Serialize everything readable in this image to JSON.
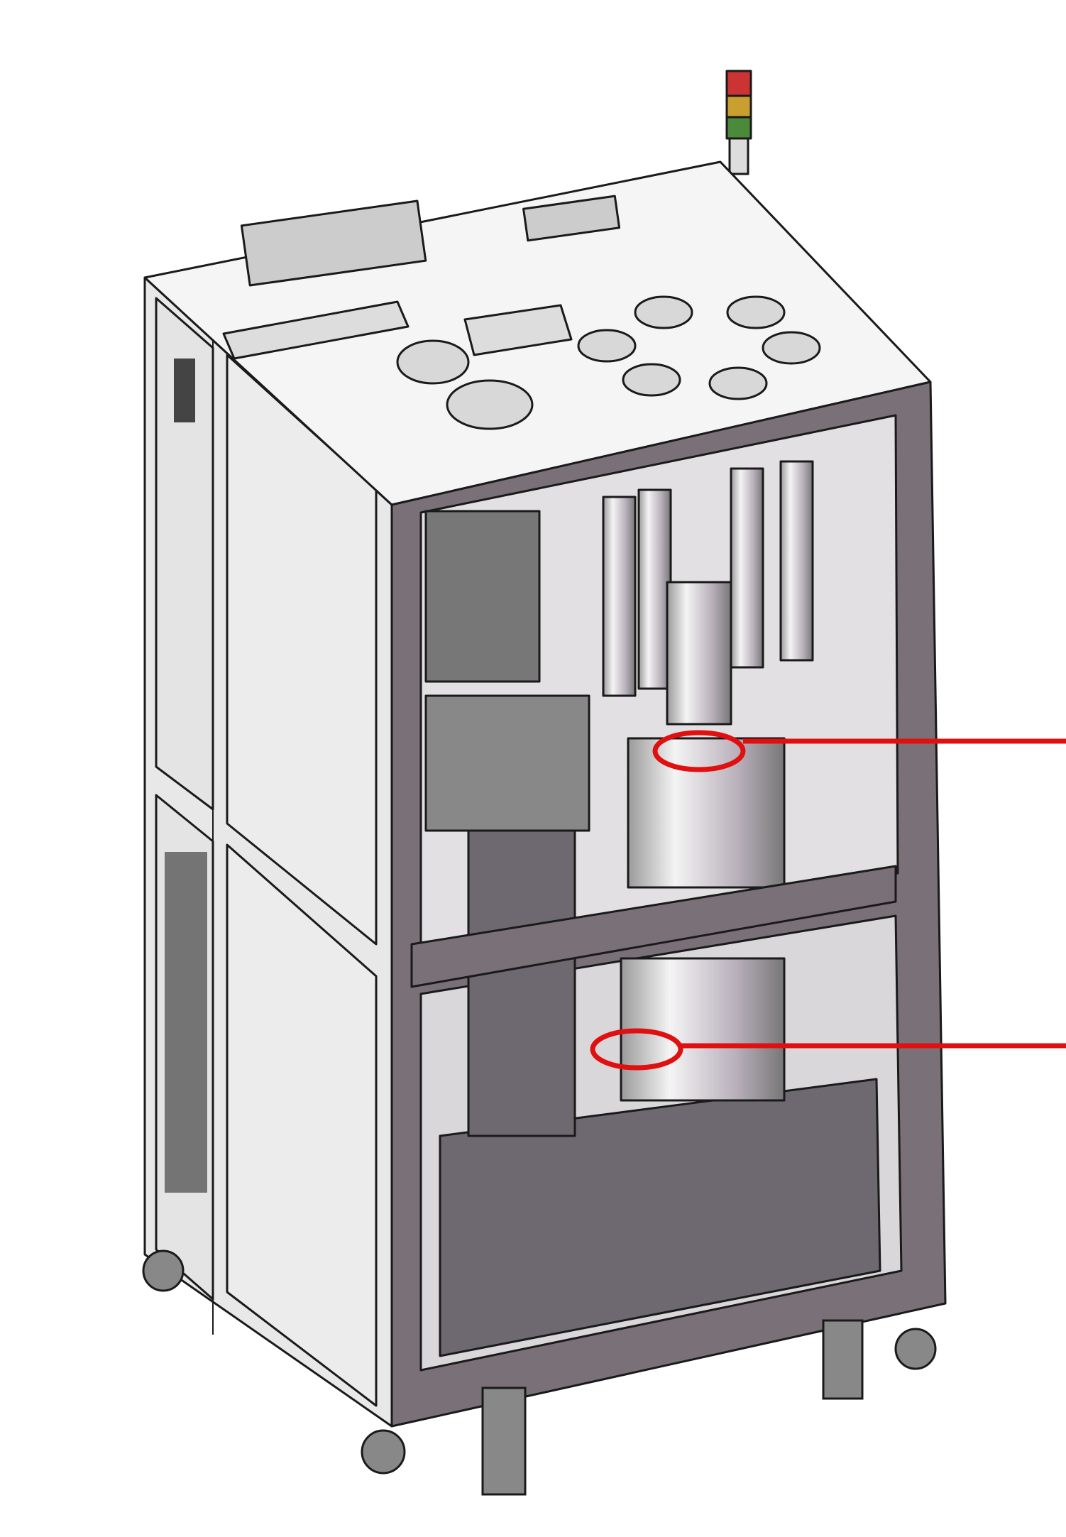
{
  "figure": {
    "subject": "equipment-cabinet-cad-render",
    "callouts": [
      {
        "id": "upper-chamber-marker",
        "color": "#e01010"
      },
      {
        "id": "lower-chamber-marker",
        "color": "#e01010"
      }
    ],
    "colors": {
      "frame": "#7a7078",
      "panel": "#eeeeee",
      "dark_panel": "#6e6870",
      "outline": "#1a1a1a",
      "callout": "#e01010"
    }
  }
}
